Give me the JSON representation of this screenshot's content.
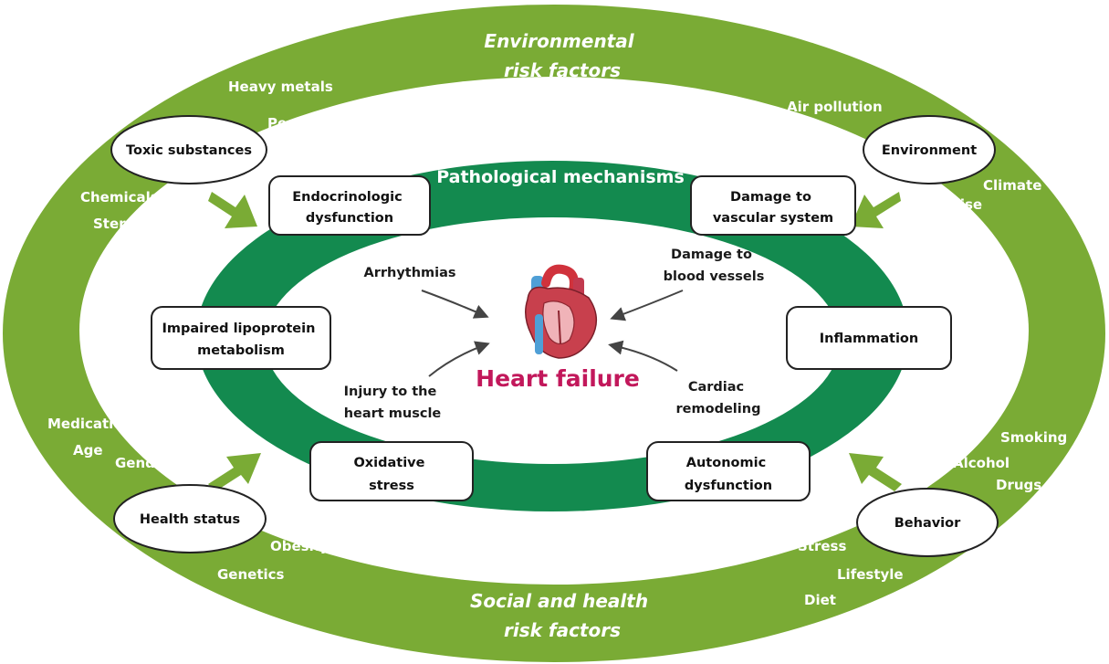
{
  "colors": {
    "outer_ring": "#7aab35",
    "inner_ring": "#138a4f",
    "heart_title": "#c2185b",
    "box_border": "#222222"
  },
  "outer_titles": {
    "environmental": [
      "Environmental",
      "risk factors"
    ],
    "social": [
      "Social and health",
      "risk factors"
    ]
  },
  "categories": {
    "toxic": "Toxic substances",
    "environment": "Environment",
    "health": "Health status",
    "behavior": "Behavior"
  },
  "factors": {
    "toxic": [
      "Heavy metals",
      "Pesticides",
      "Chemicals",
      "Steroids"
    ],
    "environment": [
      "Air pollution",
      "Climate",
      "Noise"
    ],
    "health": [
      "Medication",
      "Age",
      "Gender",
      "Obesity",
      "Genetics"
    ],
    "behavior": [
      "Smoking",
      "Alcohol",
      "Drugs",
      "Stress",
      "Lifestyle",
      "Diet"
    ]
  },
  "mechanisms_title": "Pathological mechanisms",
  "mechanisms": {
    "endocrine": [
      "Endocrinologic",
      "dysfunction"
    ],
    "vascular": [
      "Damage to",
      "vascular system"
    ],
    "lipoprotein": [
      "Impaired lipoprotein",
      "metabolism"
    ],
    "inflammation": [
      "Inflammation"
    ],
    "oxidative": [
      "Oxidative",
      "stress"
    ],
    "autonomic": [
      "Autonomic",
      "dysfunction"
    ]
  },
  "outcomes": {
    "arrhythmias": [
      "Arrhythmias"
    ],
    "vessels": [
      "Damage to",
      "blood vessels"
    ],
    "injury": [
      "Injury to the",
      "heart muscle"
    ],
    "remodeling": [
      "Cardiac",
      "remodeling"
    ]
  },
  "center_title": "Heart failure",
  "icons": {
    "heart": "heart-anatomy-icon",
    "arrow": "curved-arrow-icon",
    "block_arrow": "block-arrow-icon"
  }
}
